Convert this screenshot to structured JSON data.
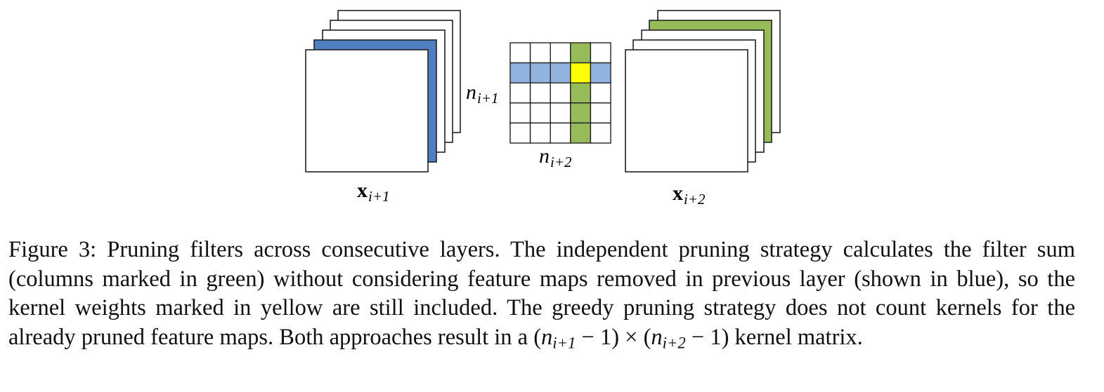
{
  "figure": {
    "left_stack_label": {
      "main": "x",
      "sub": "i+1"
    },
    "right_stack_label": {
      "main": "x",
      "sub": "i+2"
    },
    "matrix_row_label": {
      "main": "n",
      "sub": "i+1"
    },
    "matrix_col_label": {
      "main": "n",
      "sub": "i+2"
    },
    "matrix": {
      "rows": 5,
      "cols": 5,
      "highlight_row_index": 1,
      "highlight_col_index": 3
    },
    "colors": {
      "pruned_feature_map_blue": "#4f7fc0",
      "kernel_row_blue": "#91b3e0",
      "filter_column_green": "#98bb5a",
      "overlap_yellow": "#ffff00",
      "outline": "#222222"
    }
  },
  "caption": {
    "lead": "Figure 3: Pruning filters across consecutive layers. The independent pruning strategy calculates the filter sum (columns marked in green) without considering feature maps removed in previous layer (shown in blue), so the kernel weights marked in yellow are still included. The greedy pruning strategy does not count kernels for the already pruned feature maps. Both approaches result in a",
    "formula": {
      "open_paren_1": "(",
      "var1": "n",
      "sub1": "i+1",
      "minus1": " − 1) × (",
      "var2": "n",
      "sub2": "i+2",
      "minus2": " − 1)"
    },
    "tail": " kernel matrix."
  }
}
